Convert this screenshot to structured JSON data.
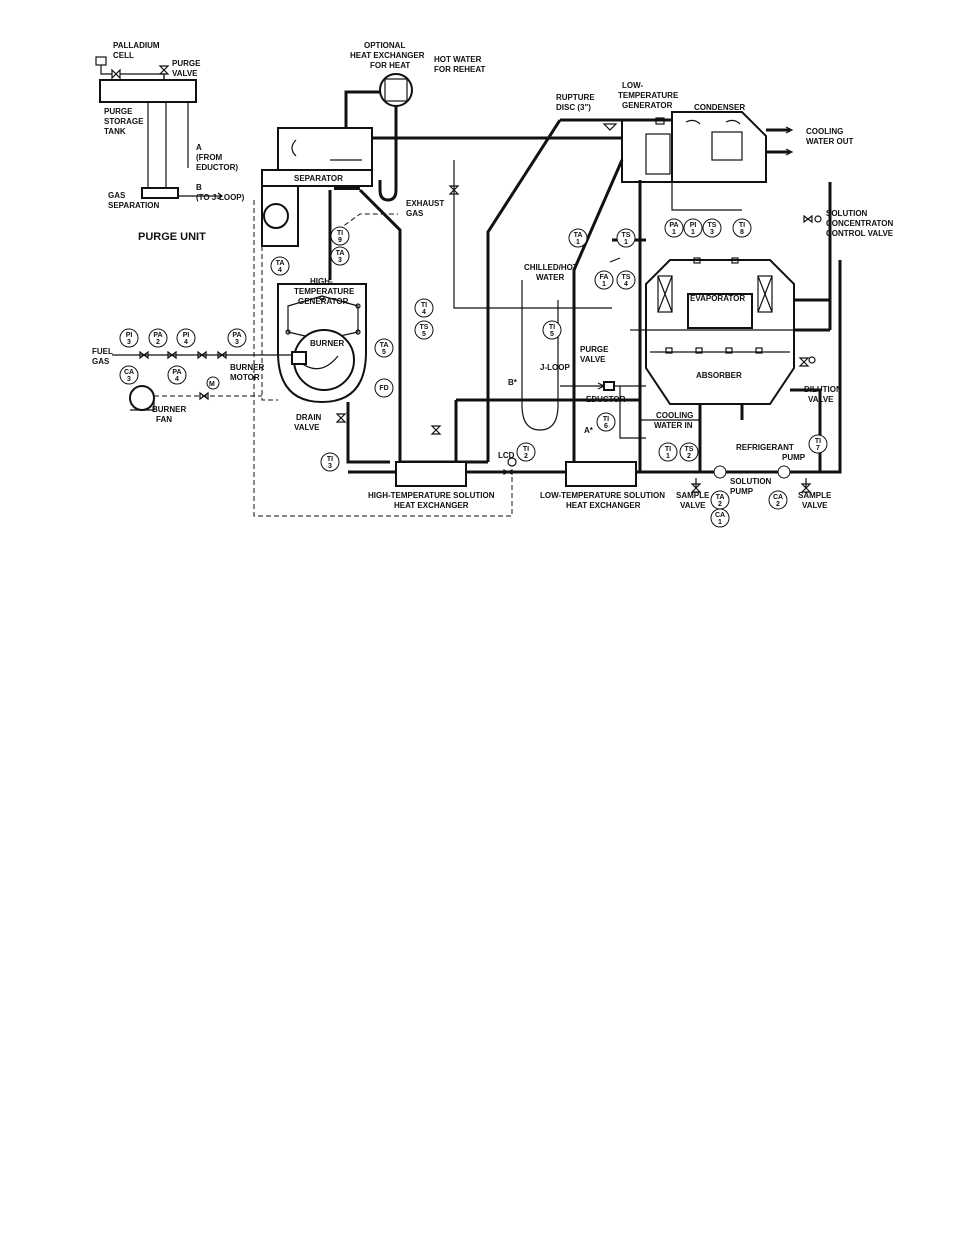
{
  "purge_unit": {
    "title": "PURGE UNIT",
    "palladium_cell": [
      "PALLADIUM",
      "CELL"
    ],
    "purge_valve": [
      "PURGE",
      "VALVE"
    ],
    "storage_tank": [
      "PURGE",
      "STORAGE",
      "TANK"
    ],
    "from_eductor": [
      "A",
      "(FROM",
      "EDUCTOR)"
    ],
    "gas_separation": [
      "GAS",
      "SEPARATION"
    ],
    "to_jloop": [
      "B",
      "(TO J-LOOP)"
    ]
  },
  "labels": {
    "optional_hx": [
      "OPTIONAL",
      "HEAT EXCHANGER",
      "FOR HEAT"
    ],
    "hot_water_reheat": [
      "HOT WATER",
      "FOR REHEAT"
    ],
    "rupture_disc": [
      "RUPTURE",
      "DISC (3\")"
    ],
    "low_temp_generator": [
      "LOW-",
      "TEMPERATURE",
      "GENERATOR"
    ],
    "condenser": "CONDENSER",
    "cooling_water_out": [
      "COOLING",
      "WATER OUT"
    ],
    "separator": "SEPARATOR",
    "exhaust_gas": [
      "EXHAUST",
      "GAS"
    ],
    "solution_control_valve": [
      "SOLUTION",
      "CONCENTRATON",
      "CONTROL VALVE"
    ],
    "chilled_hot_water": [
      "CHILLED/HOT",
      "WATER"
    ],
    "high_temp_generator": [
      "HIGH-",
      "TEMPERATURE",
      "GENERATOR"
    ],
    "evaporator": "EVAPORATOR",
    "fuel_gas": [
      "FUEL",
      "GAS"
    ],
    "burner": "BURNER",
    "burner_motor": [
      "BURNER",
      "MOTOR"
    ],
    "purge_valve_main": [
      "PURGE",
      "VALVE"
    ],
    "j_loop": "J-LOOP",
    "b_star": "B*",
    "absorber": "ABSORBER",
    "dilution_valve": [
      "DILUTION",
      "VALVE"
    ],
    "burner_fan": [
      "BURNER",
      "FAN"
    ],
    "eductor": "EDUCTOR",
    "cooling_water_in": [
      "COOLING",
      "WATER IN"
    ],
    "a_star": "A*",
    "drain_valve": [
      "DRAIN",
      "VALVE"
    ],
    "refrigerant_pump": [
      "REFRIGERANT",
      "PUMP"
    ],
    "lcd": "LCD",
    "ht_solution_hx": [
      "HIGH-TEMPERATURE SOLUTION",
      "HEAT EXCHANGER"
    ],
    "lt_solution_hx": [
      "LOW-TEMPERATURE SOLUTION",
      "HEAT EXCHANGER"
    ],
    "sample_valve_1": [
      "SAMPLE",
      "VALVE"
    ],
    "solution_pump": [
      "SOLUTION",
      "PUMP"
    ],
    "sample_valve_2": [
      "SAMPLE",
      "VALVE"
    ],
    "motor_symbol": "M"
  },
  "instruments": [
    {
      "id": "pi3",
      "code": "PI",
      "num": "3"
    },
    {
      "id": "pa2",
      "code": "PA",
      "num": "2"
    },
    {
      "id": "pi4",
      "code": "PI",
      "num": "4"
    },
    {
      "id": "pa3",
      "code": "PA",
      "num": "3"
    },
    {
      "id": "ca3",
      "code": "CA",
      "num": "3"
    },
    {
      "id": "pa4",
      "code": "PA",
      "num": "4"
    },
    {
      "id": "ti9",
      "code": "TI",
      "num": "9"
    },
    {
      "id": "ta3",
      "code": "TA",
      "num": "3"
    },
    {
      "id": "ta4",
      "code": "TA",
      "num": "4"
    },
    {
      "id": "ta5",
      "code": "TA",
      "num": "5"
    },
    {
      "id": "fd",
      "code": "FD",
      "num": ""
    },
    {
      "id": "ti4",
      "code": "TI",
      "num": "4"
    },
    {
      "id": "ts5",
      "code": "TS",
      "num": "5"
    },
    {
      "id": "ti3",
      "code": "TI",
      "num": "3"
    },
    {
      "id": "ta1",
      "code": "TA",
      "num": "1"
    },
    {
      "id": "ts1",
      "code": "TS",
      "num": "1"
    },
    {
      "id": "fa1",
      "code": "FA",
      "num": "1"
    },
    {
      "id": "ts4",
      "code": "TS",
      "num": "4"
    },
    {
      "id": "ti5",
      "code": "TI",
      "num": "5"
    },
    {
      "id": "ti6",
      "code": "TI",
      "num": "6"
    },
    {
      "id": "ti2",
      "code": "TI",
      "num": "2"
    },
    {
      "id": "pa1",
      "code": "PA",
      "num": "1"
    },
    {
      "id": "pi1",
      "code": "PI",
      "num": "1"
    },
    {
      "id": "ts3",
      "code": "TS",
      "num": "3"
    },
    {
      "id": "ti8",
      "code": "TI",
      "num": "8"
    },
    {
      "id": "ti1",
      "code": "TI",
      "num": "1"
    },
    {
      "id": "ts2",
      "code": "TS",
      "num": "2"
    },
    {
      "id": "ta2",
      "code": "TA",
      "num": "2"
    },
    {
      "id": "ca1",
      "code": "CA",
      "num": "1"
    },
    {
      "id": "ti7",
      "code": "TI",
      "num": "7"
    },
    {
      "id": "ca2",
      "code": "CA",
      "num": "2"
    }
  ]
}
